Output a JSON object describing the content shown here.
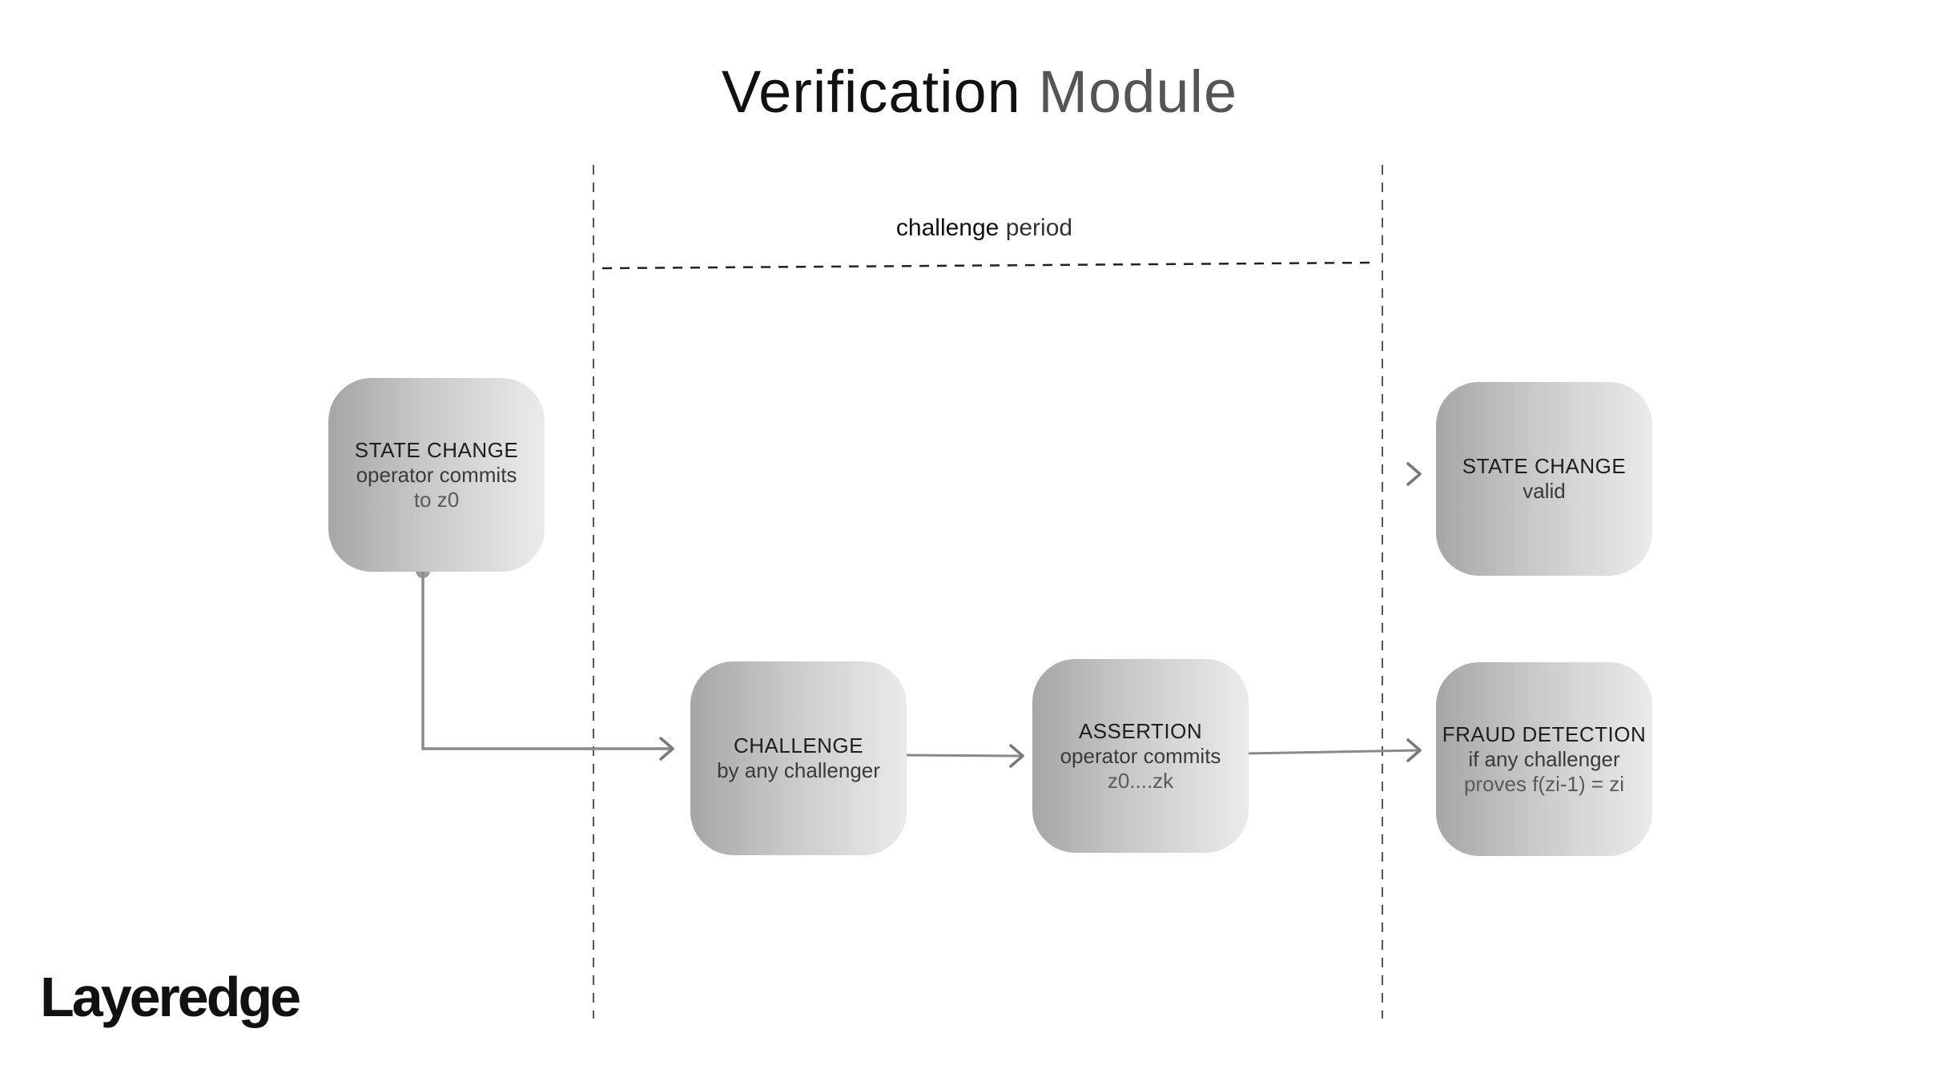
{
  "title": {
    "part1": "Verification",
    "part2": "Module"
  },
  "period": {
    "part1": "challenge",
    "part2": "period"
  },
  "nodes": {
    "state_change": {
      "l1": "STATE CHANGE",
      "l2": "operator commits",
      "l3": "to z0"
    },
    "state_valid": {
      "l1": "STATE CHANGE",
      "l2": "valid"
    },
    "challenge": {
      "l1": "CHALLENGE",
      "l2": "by any challenger"
    },
    "assertion": {
      "l1": "ASSERTION",
      "l2": "operator commits",
      "l3": "z0....zk"
    },
    "fraud": {
      "l1": "FRAUD DETECTION",
      "l2": "if any challenger",
      "l3": "proves f(zi-1) = zi"
    }
  },
  "logo": {
    "text": "Layeredge"
  }
}
